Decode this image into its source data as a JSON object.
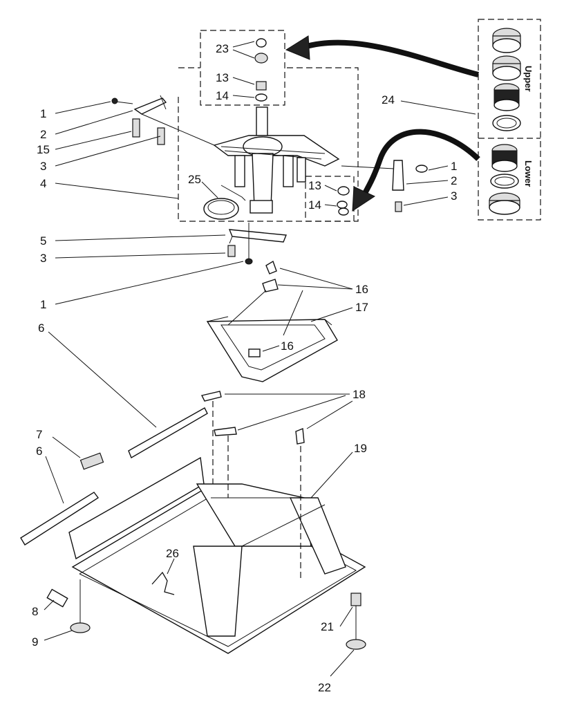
{
  "callouts": {
    "c1a": "1",
    "c2a": "2",
    "c15": "15",
    "c3a": "3",
    "c4": "4",
    "c25": "25",
    "c23": "23",
    "c13a": "13",
    "c14a": "14",
    "c13b": "13",
    "c14b": "14",
    "c24": "24",
    "c1b": "1",
    "c2b": "2",
    "c3b": "3",
    "c5": "5",
    "c3c": "3",
    "c1c": "1",
    "c6a": "6",
    "c16a": "16",
    "c17": "17",
    "c16b": "16",
    "c18": "18",
    "c19": "19",
    "c7": "7",
    "c6b": "6",
    "c26": "26",
    "c8": "8",
    "c9": "9",
    "c21": "21",
    "c22": "22"
  },
  "bearing_box": {
    "upper_label": "Upper",
    "lower_label": "Lower"
  }
}
